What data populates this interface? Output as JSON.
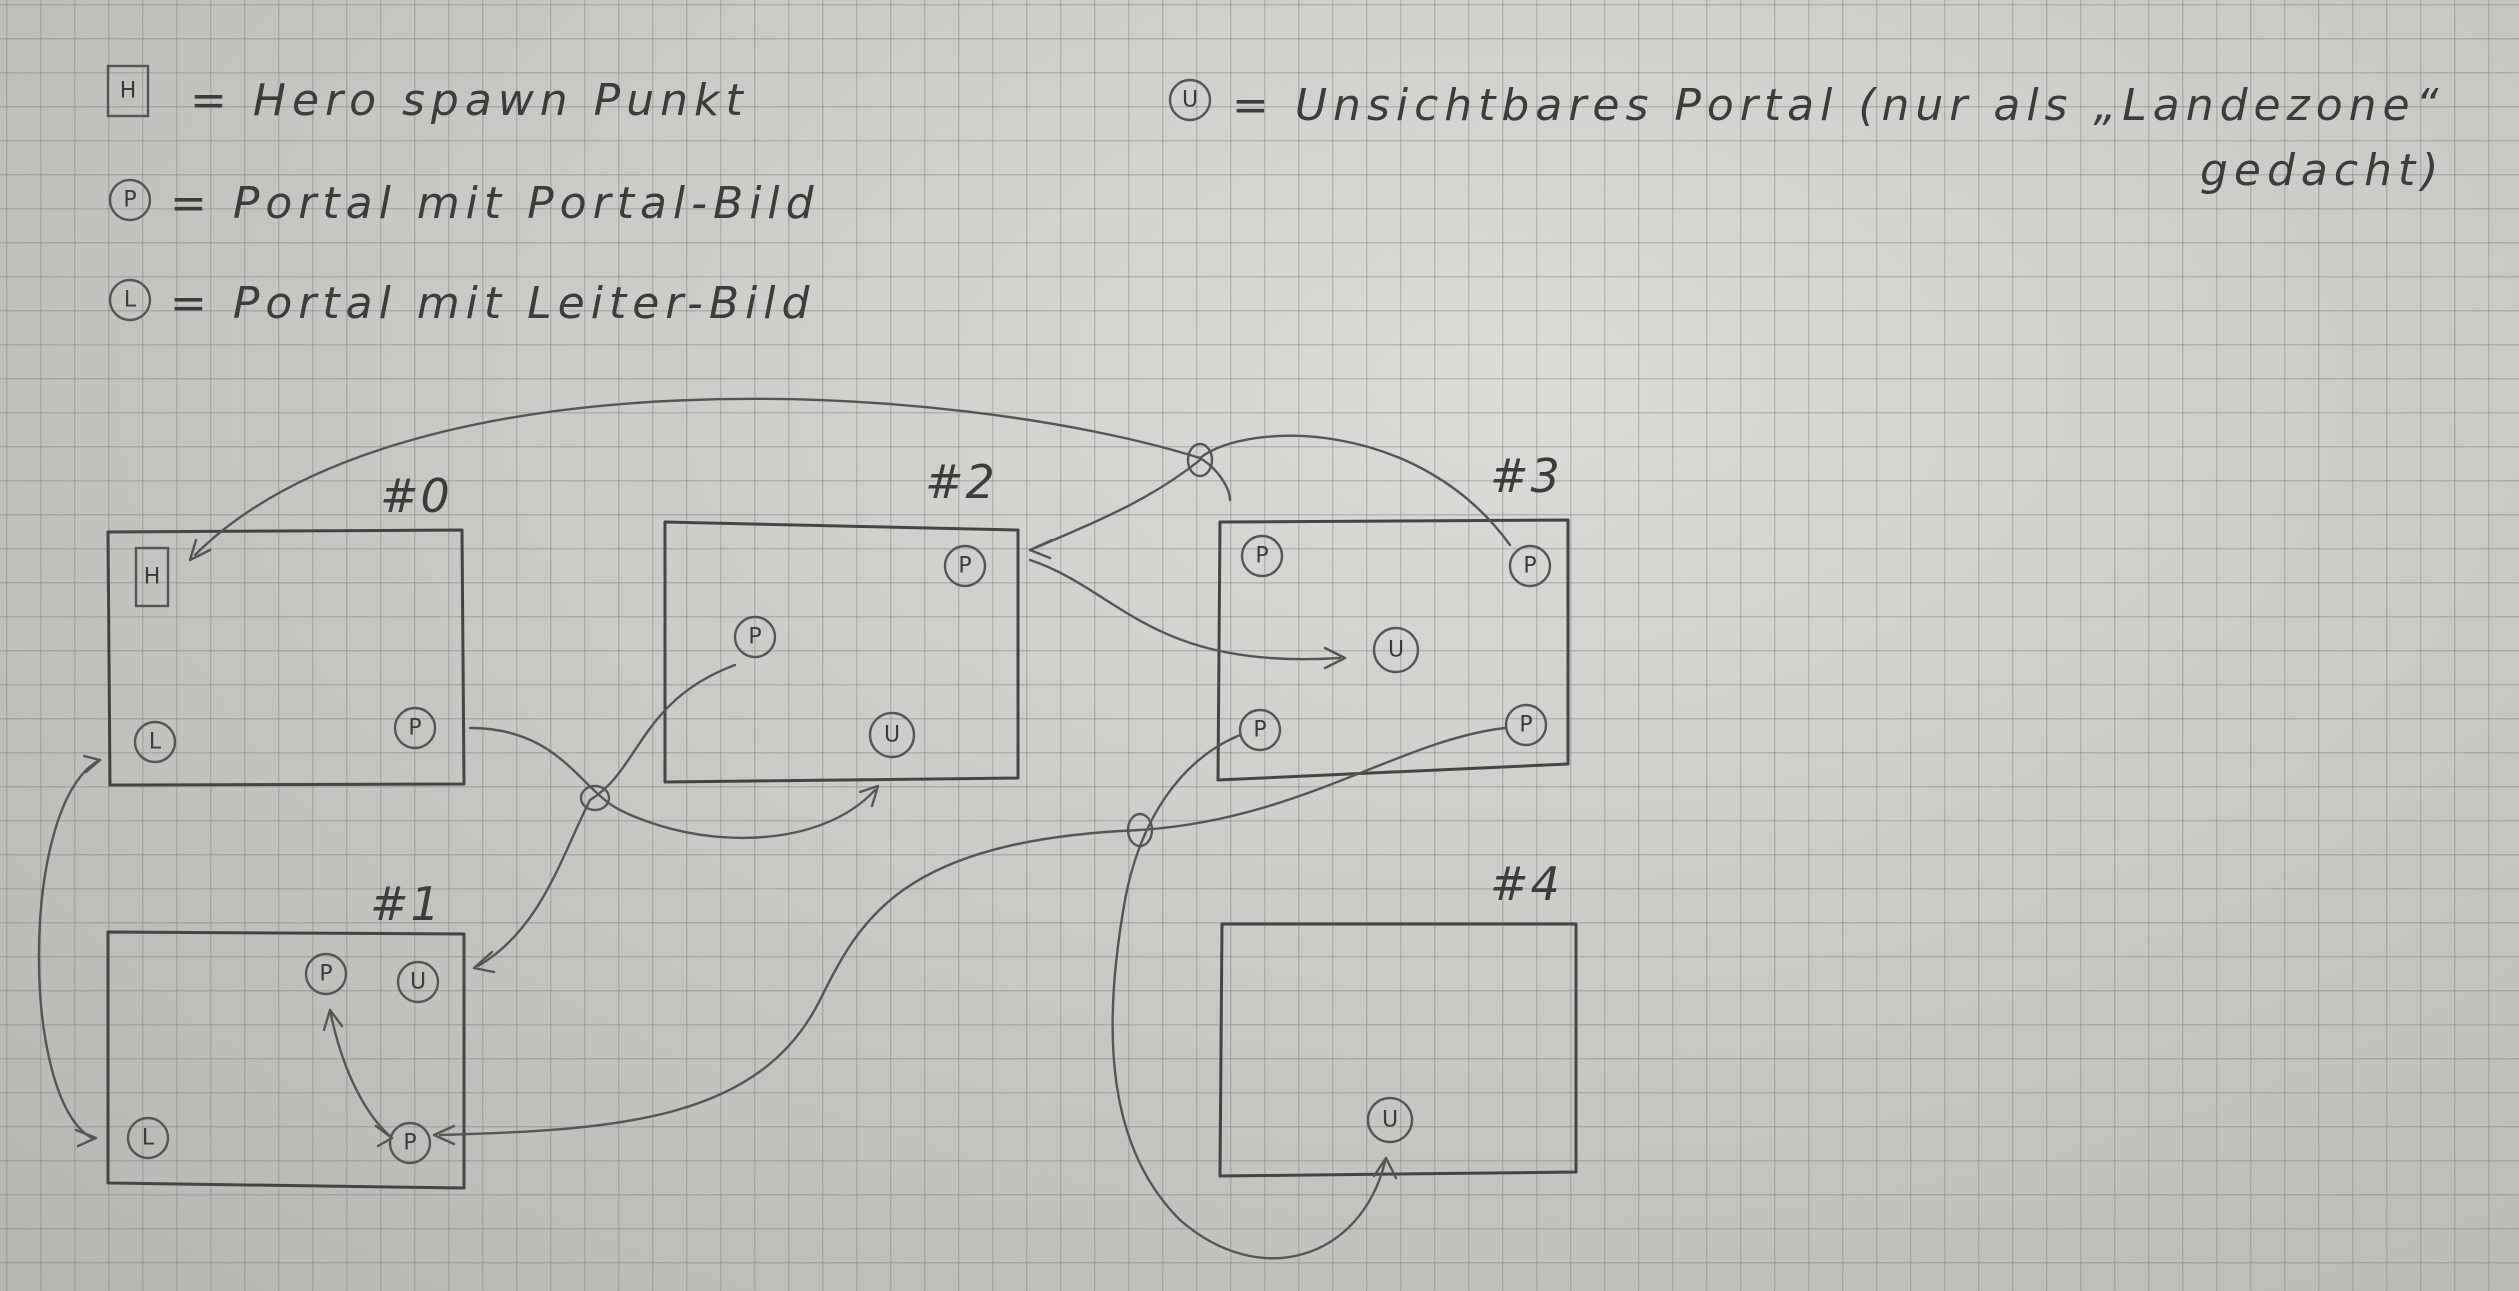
{
  "legend": {
    "hero": {
      "symbol": "H",
      "text": "= Hero spawn Punkt"
    },
    "portal": {
      "symbol": "P",
      "text": "= Portal mit Portal-Bild"
    },
    "ladder": {
      "symbol": "L",
      "text": "= Portal mit Leiter-Bild"
    },
    "invisible": {
      "symbol": "U",
      "text_line1": "= Unsichtbares Portal (nur als „Landezone“",
      "text_line2": "gedacht)"
    }
  },
  "rooms": {
    "room0": {
      "label": "#0",
      "markers": [
        "H",
        "L",
        "P"
      ]
    },
    "room1": {
      "label": "#1",
      "markers": [
        "P",
        "U",
        "L",
        "P"
      ]
    },
    "room2": {
      "label": "#2",
      "markers": [
        "P",
        "P",
        "U"
      ]
    },
    "room3": {
      "label": "#3",
      "markers": [
        "P",
        "P",
        "U",
        "P",
        "P"
      ]
    },
    "room4": {
      "label": "#4",
      "markers": [
        "U"
      ]
    }
  }
}
